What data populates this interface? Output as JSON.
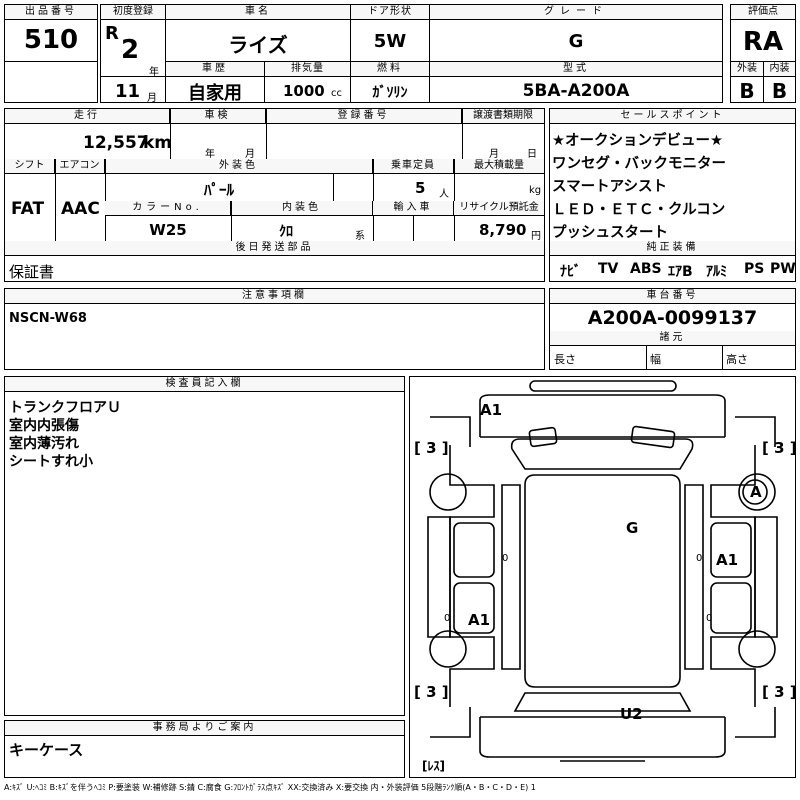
{
  "sheet": {
    "lot_label": "出品番号",
    "lot_no": "510",
    "reg_label": "初度登録",
    "reg_era": "R",
    "reg_year": "2",
    "reg_year_unit": "年",
    "reg_month": "11",
    "reg_month_unit": "月",
    "car_name_label": "車名",
    "car_name": "ライズ",
    "door_label": "ドア形状",
    "door": "5W",
    "grade_label": "グレード",
    "grade": "G",
    "score_label": "評価点",
    "score": "RA",
    "history_label": "車歴",
    "history": "自家用",
    "displacement_label": "排気量",
    "displacement": "1000",
    "displacement_unit": "cc",
    "fuel_label": "燃料",
    "fuel": "ｶﾞｿﾘﾝ",
    "model_label": "型式",
    "model": "5BA-A200A",
    "exterior_grade_label": "外装",
    "exterior_grade": "B",
    "interior_grade_label": "内装",
    "interior_grade": "B",
    "mileage_label": "走行",
    "mileage": "12,557",
    "mileage_unit": "km",
    "inspection_label": "車検",
    "inspection_year_unit": "年",
    "inspection_month_unit": "月",
    "plate_label": "登録番号",
    "transfer_label": "譲渡書類期限",
    "transfer_month_unit": "月",
    "transfer_day_unit": "日",
    "shift_label": "シフト",
    "shift": "FAT",
    "ac_label": "エアコン",
    "ac": "AAC",
    "color_label": "外装色",
    "color": "ﾊﾟｰﾙ",
    "capacity_label": "乗車定員",
    "capacity": "5",
    "capacity_unit": "人",
    "load_label": "最大積載量",
    "load_unit": "kg",
    "color_no_label": "カラーNo.",
    "color_no": "W25",
    "interior_color_label": "内装色",
    "interior_color": "ｸﾛ",
    "interior_color_unit": "系",
    "import_label": "輸入車",
    "recycle_label": "リサイクル預託金",
    "recycle": "8,790",
    "recycle_unit": "円",
    "later_parts_label": "後日発送部品",
    "later_parts": "保証書",
    "selling_points_label": "セールスポイント",
    "selling_points": [
      "★オークションデビュー★",
      "ワンセグ・バックモニター",
      "スマートアシスト",
      "ＬＥＤ・ＥＴＣ・クルコン",
      "プッシュスタート"
    ],
    "equipment_label": "純正装備",
    "equipment": [
      "ﾅﾋﾞ",
      "TV",
      "ABS",
      "ｴｱB",
      "ｱﾙﾐ",
      "PS",
      "PW"
    ],
    "notes_label": "注意事項欄",
    "notes": "NSCN-W68",
    "chassis_label": "車台番号",
    "chassis": "A200A-0099137",
    "specs_label": "諸元",
    "length_label": "長さ",
    "width_label": "幅",
    "height_label": "高さ",
    "inspector_label": "検査員記入欄",
    "inspector_notes": [
      "トランクフロアＵ",
      "室内内張傷",
      "室内薄汚れ",
      "シートすれ小"
    ],
    "office_label": "事務局よりご案内",
    "office_note": "キーケース",
    "legend": "A:ｷｽﾞ U:ﾍｺﾐ B:ｷｽﾞを伴うﾍｺﾐ P:要塗装 W:補修跡 S:錆 C:腐食 G:ﾌﾛﾝﾄｶﾞﾗｽ点ｷｽﾞ XX:交換済み X:要交換 内・外装評価 5段階ﾗﾝｸ順(A・B・C・D・E) 1"
  },
  "diagram": {
    "marks": {
      "a1_top": "A1",
      "a_right": "A",
      "g_center": "G",
      "a1_right": "A1",
      "a1_left": "A1",
      "u2_rear": "U2",
      "tire_fl": "[ 3 ]",
      "tire_fr": "[ 3 ]",
      "tire_rl": "[ 3 ]",
      "tire_rr": "[ 3 ]",
      "less": "[ﾚｽ]",
      "zero_l1": "0",
      "zero_l2": "0",
      "zero_r1": "0",
      "zero_r2": "0"
    }
  }
}
